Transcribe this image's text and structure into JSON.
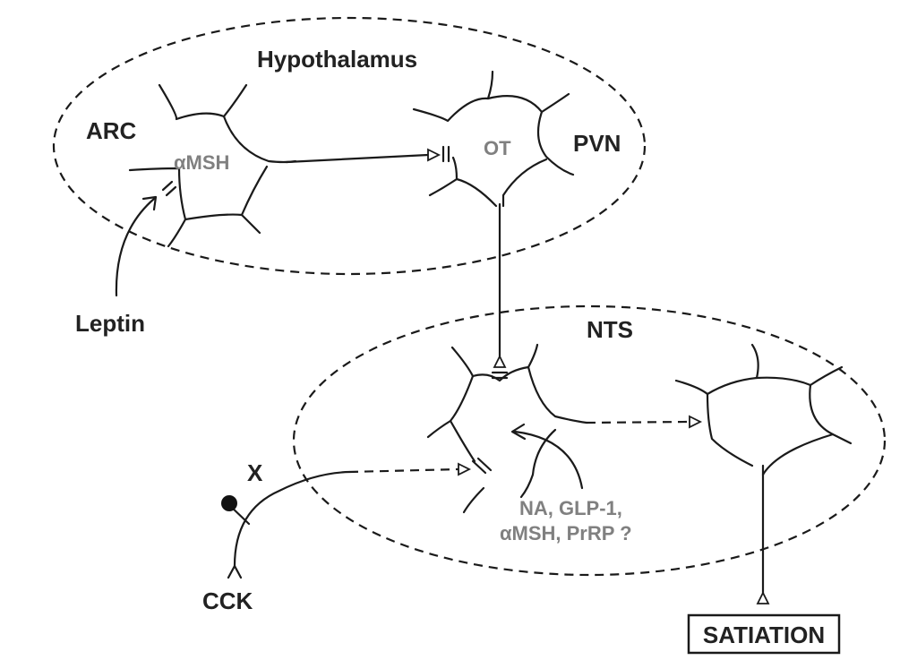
{
  "regions": {
    "hypothalamus": "Hypothalamus",
    "nts": "NTS"
  },
  "nuclei": {
    "arc": "ARC",
    "pvn": "PVN"
  },
  "neurons": {
    "arc_neuron": "αMSH",
    "pvn_neuron": "OT"
  },
  "inputs": {
    "leptin": "Leptin",
    "cck": "CCK",
    "x_mark": "X"
  },
  "nts_signals": {
    "line1": "NA, GLP-1,",
    "line2": "αMSH, PrRP ?"
  },
  "output": {
    "satiation": "SATIATION"
  },
  "colors": {
    "line": "#1a1a1a",
    "label_dark": "#222222",
    "label_gray": "#808080"
  }
}
